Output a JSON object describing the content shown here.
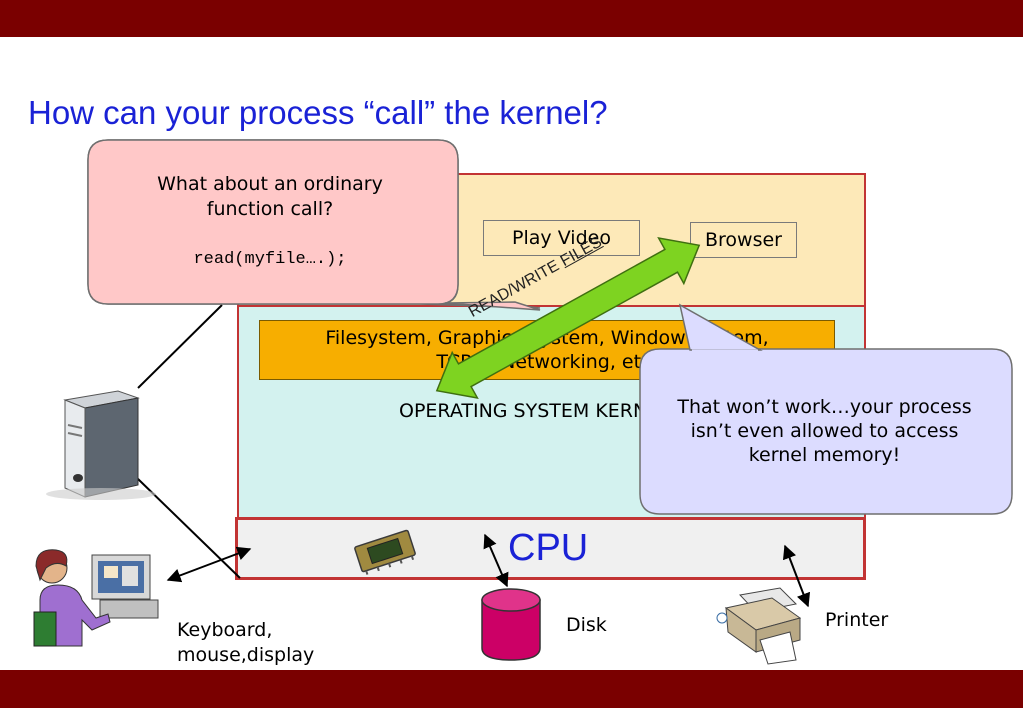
{
  "title": "How can your process “call” the kernel?",
  "apps": {
    "play_video": "Play Video",
    "browser": "Browser"
  },
  "kernel": {
    "services_line1": "Filesystem, Graphics System, Window System,",
    "services_line2": "TCP/IP Networking, etc.",
    "label": "OPERATING SYSTEM KERNEL"
  },
  "cpu_label": "CPU",
  "arrow_label": "READ/WRITE FILES",
  "callout_left": {
    "line1": "What about an ordinary",
    "line2": "function call?",
    "code": "read(myfile….);"
  },
  "callout_right": {
    "line1": "That won’t work…your process",
    "line2": "isn’t even allowed to access",
    "line3": "kernel memory!"
  },
  "devices": {
    "keyboard_line1": "Keyboard,",
    "keyboard_line2": "mouse,display",
    "disk": "Disk",
    "printer": "Printer"
  },
  "colors": {
    "header_bar": "#7a0000",
    "title": "#1a22d6",
    "user_area": "#fde9b8",
    "kernel_area": "#d3f2ef",
    "services": "#f7ae00",
    "border_red": "#c23434",
    "callout_left": "#ffc8c8",
    "callout_right": "#dcdcff",
    "arrow": "#7ed321",
    "disk": "#cc0066"
  }
}
